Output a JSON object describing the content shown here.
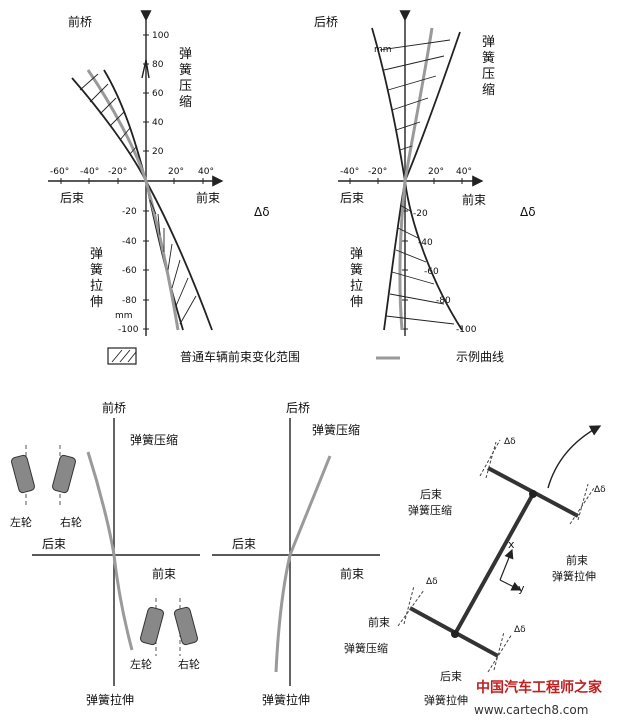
{
  "panel_tl": {
    "title": "前桥",
    "compress_label": "弹簧压缩",
    "extend_label": "弹簧拉伸",
    "rear_toe": "后束",
    "front_toe": "前束",
    "delta": "Δδ",
    "unit": "mm",
    "y_ticks": [
      "100",
      "80",
      "60",
      "40",
      "20",
      "-20",
      "-40",
      "-60",
      "-80",
      "-100"
    ],
    "x_ticks": [
      "-60°",
      "-40°",
      "-20°",
      "20°",
      "40°"
    ]
  },
  "panel_tr": {
    "title": "后桥",
    "compress_label": "弹簧压缩",
    "extend_label": "弹簧拉伸",
    "rear_toe": "后束",
    "front_toe": "前束",
    "delta": "Δδ",
    "unit": "mm",
    "y_ticks": [
      "-20",
      "-40",
      "-60",
      "-80",
      "-100"
    ],
    "x_ticks": [
      "-40°",
      "-20°",
      "20°",
      "40°"
    ]
  },
  "legend": {
    "range_label": "普通车辆前束变化范围",
    "curve_label": "示例曲线"
  },
  "panel_bl": {
    "title": "前桥",
    "compress_label": "弹簧压缩",
    "extend_label": "弹簧拉伸",
    "rear_toe": "后束",
    "front_toe": "前束",
    "left_wheel_top": "左轮",
    "right_wheel_top": "右轮",
    "left_wheel_bottom": "左轮",
    "right_wheel_bottom": "右轮"
  },
  "panel_bm": {
    "title": "后桥",
    "compress_label": "弹簧压缩",
    "extend_label": "弹簧拉伸",
    "rear_toe": "后束",
    "front_toe": "前束"
  },
  "panel_br": {
    "rear_toe_top": "后束",
    "compress_top": "弹簧压缩",
    "front_toe_right": "前束",
    "extend_right": "弹簧拉伸",
    "front_toe_left": "前束",
    "compress_left": "弹簧压缩",
    "rear_toe_bottom": "后束",
    "extend_bottom": "弹簧拉伸",
    "delta": "Δδ",
    "axis_x": "x",
    "axis_y": "y"
  },
  "watermark": {
    "cn": "中国汽车工程师之家",
    "url": "www.cartech8.com"
  }
}
